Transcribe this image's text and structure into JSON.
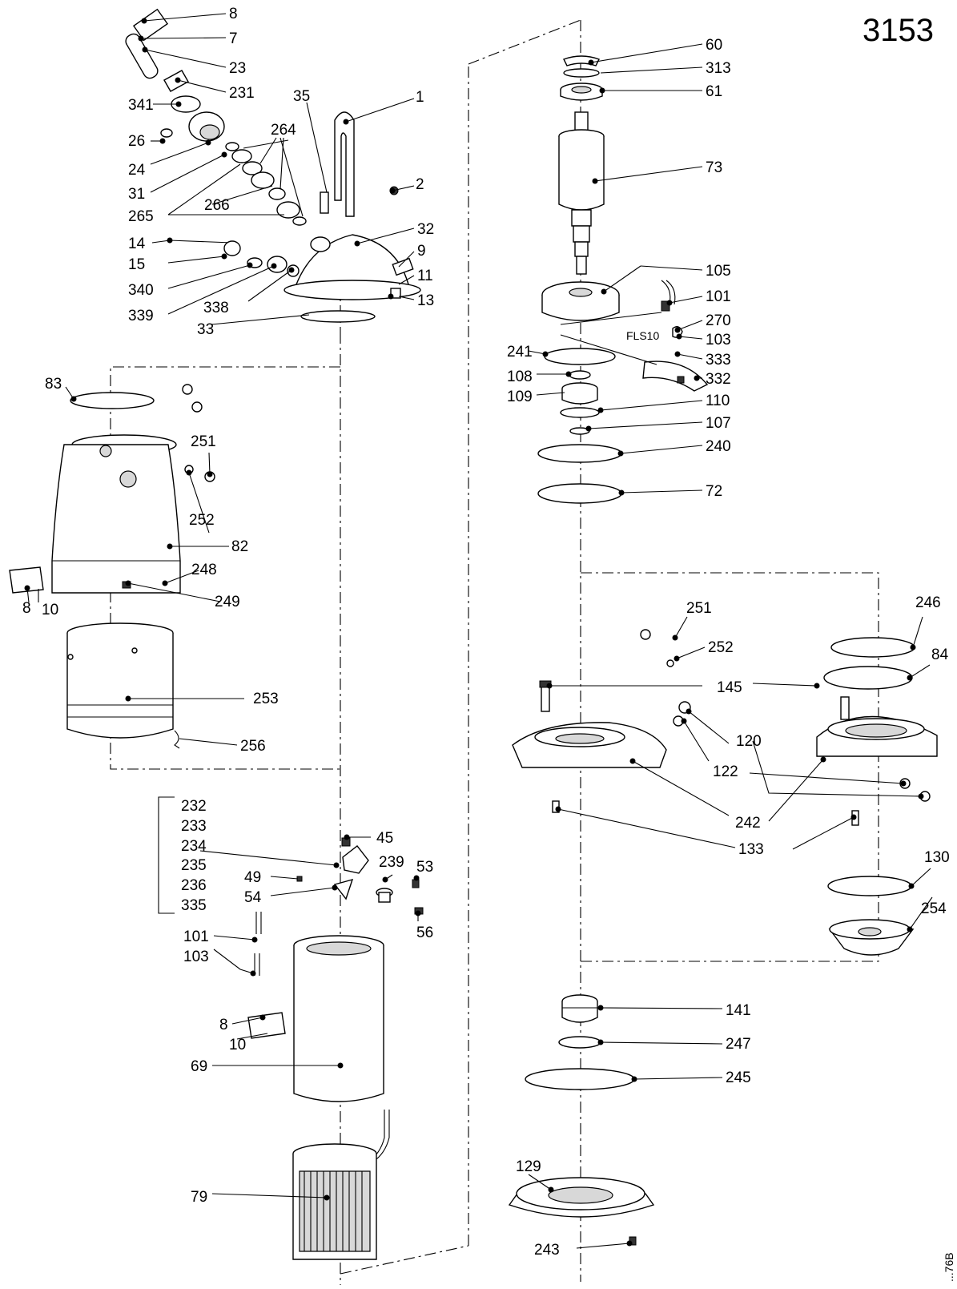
{
  "drawing_number": "3153",
  "doc_code": "...76B",
  "sensor_label": "FLS10",
  "bracket_labels": [
    "232",
    "233",
    "234",
    "235",
    "236",
    "335"
  ],
  "labels": {
    "l8a": "8",
    "l7": "7",
    "l23": "23",
    "l231": "231",
    "l341": "341",
    "l26": "26",
    "l24": "24",
    "l31": "31",
    "l264": "264",
    "l35": "35",
    "l1": "1",
    "l2": "2",
    "l266": "266",
    "l265": "265",
    "l32": "32",
    "l14": "14",
    "l9": "9",
    "l15": "15",
    "l11": "11",
    "l13": "13",
    "l340": "340",
    "l338": "338",
    "l339": "339",
    "l33": "33",
    "l83": "83",
    "l251a": "251",
    "l252a": "252",
    "l82": "82",
    "l248": "248",
    "l249": "249",
    "l10a": "10",
    "l8b": "8",
    "l253": "253",
    "l256": "256",
    "l45": "45",
    "l49": "49",
    "l54": "54",
    "l239": "239",
    "l53": "53",
    "l56": "56",
    "l101a": "101",
    "l103a": "103",
    "l8c": "8",
    "l10b": "10",
    "l69": "69",
    "l79": "79",
    "l60": "60",
    "l313": "313",
    "l61": "61",
    "l73": "73",
    "l105": "105",
    "l101b": "101",
    "l270": "270",
    "l103b": "103",
    "l333": "333",
    "l241": "241",
    "l332": "332",
    "l108": "108",
    "l109": "109",
    "l110": "110",
    "l107": "107",
    "l240": "240",
    "l72": "72",
    "l251b": "251",
    "l246": "246",
    "l252b": "252",
    "l84": "84",
    "l145": "145",
    "l120": "120",
    "l122": "122",
    "l242": "242",
    "l133": "133",
    "l130": "130",
    "l254": "254",
    "l141": "141",
    "l247": "247",
    "l245": "245",
    "l129": "129",
    "l243": "243"
  }
}
